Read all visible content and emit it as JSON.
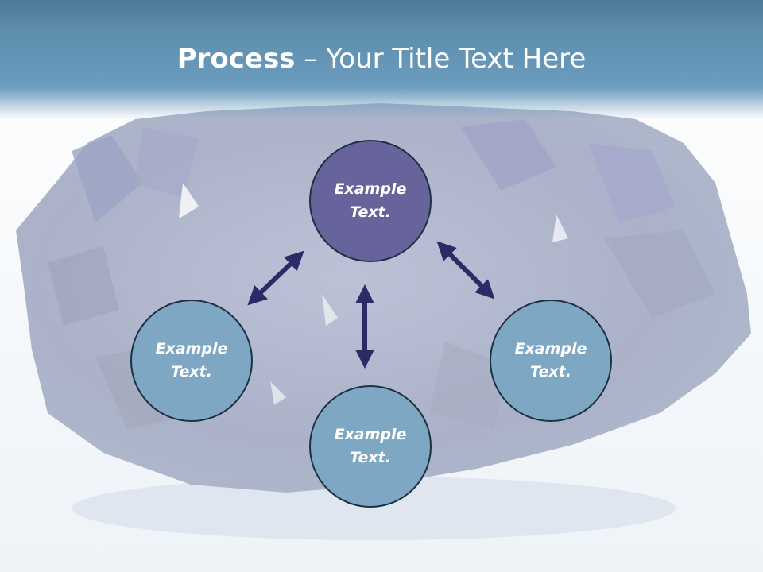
{
  "title": {
    "bold": "Process",
    "rest": " – Your Title Text Here"
  },
  "nodes": {
    "center": "Example Text.",
    "left": "Example Text.",
    "right": "Example Text.",
    "bottom": "Example Text."
  },
  "colors": {
    "header": "#5e8eae",
    "center_node": "#67649c",
    "outer_node": "#7ea7c4",
    "arrow": "#2d2b66",
    "node_border": "#1f3042"
  },
  "icons": {
    "arrow": "double-headed-arrow-icon",
    "background": "amethyst-crystal-photo"
  }
}
